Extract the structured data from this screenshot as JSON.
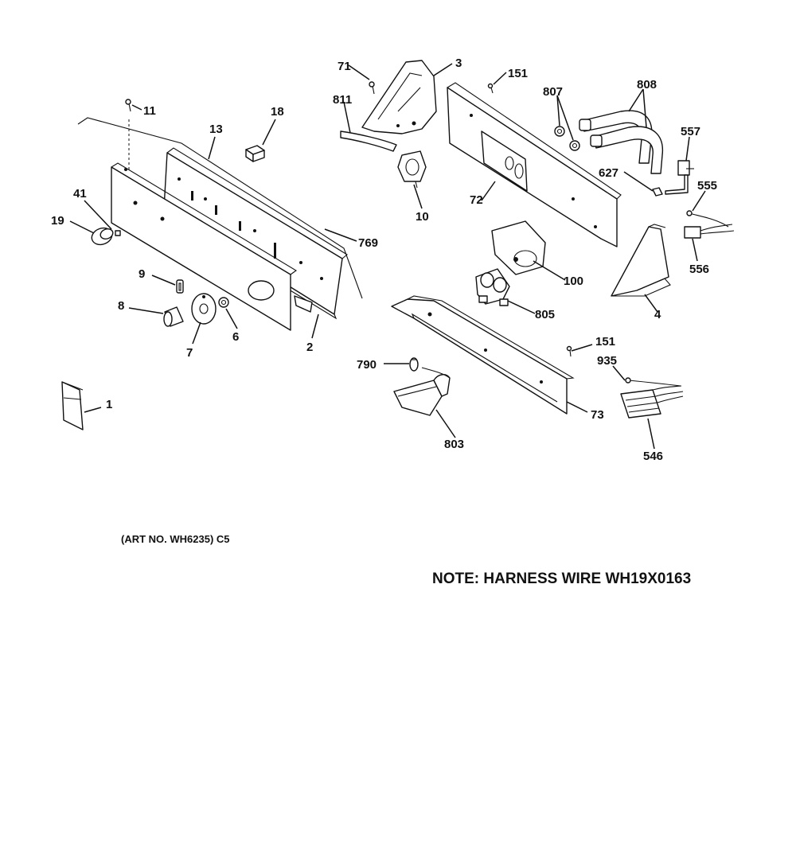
{
  "diagram": {
    "art_number_caption": "(ART NO. WH6235) C5",
    "note": "NOTE: HARNESS WIRE WH19X0163",
    "callouts": {
      "c1": "1",
      "c2": "2",
      "c3": "3",
      "c4": "4",
      "c6": "6",
      "c7": "7",
      "c8": "8",
      "c9": "9",
      "c10": "10",
      "c11": "11",
      "c13": "13",
      "c18": "18",
      "c19": "19",
      "c41": "41",
      "c71": "71",
      "c72": "72",
      "c73": "73",
      "c100": "100",
      "c151a": "151",
      "c151b": "151",
      "c546": "546",
      "c555": "555",
      "c556": "556",
      "c557": "557",
      "c627": "627",
      "c769": "769",
      "c790": "790",
      "c803": "803",
      "c805": "805",
      "c807": "807",
      "c808": "808",
      "c811": "811",
      "c935": "935"
    }
  }
}
